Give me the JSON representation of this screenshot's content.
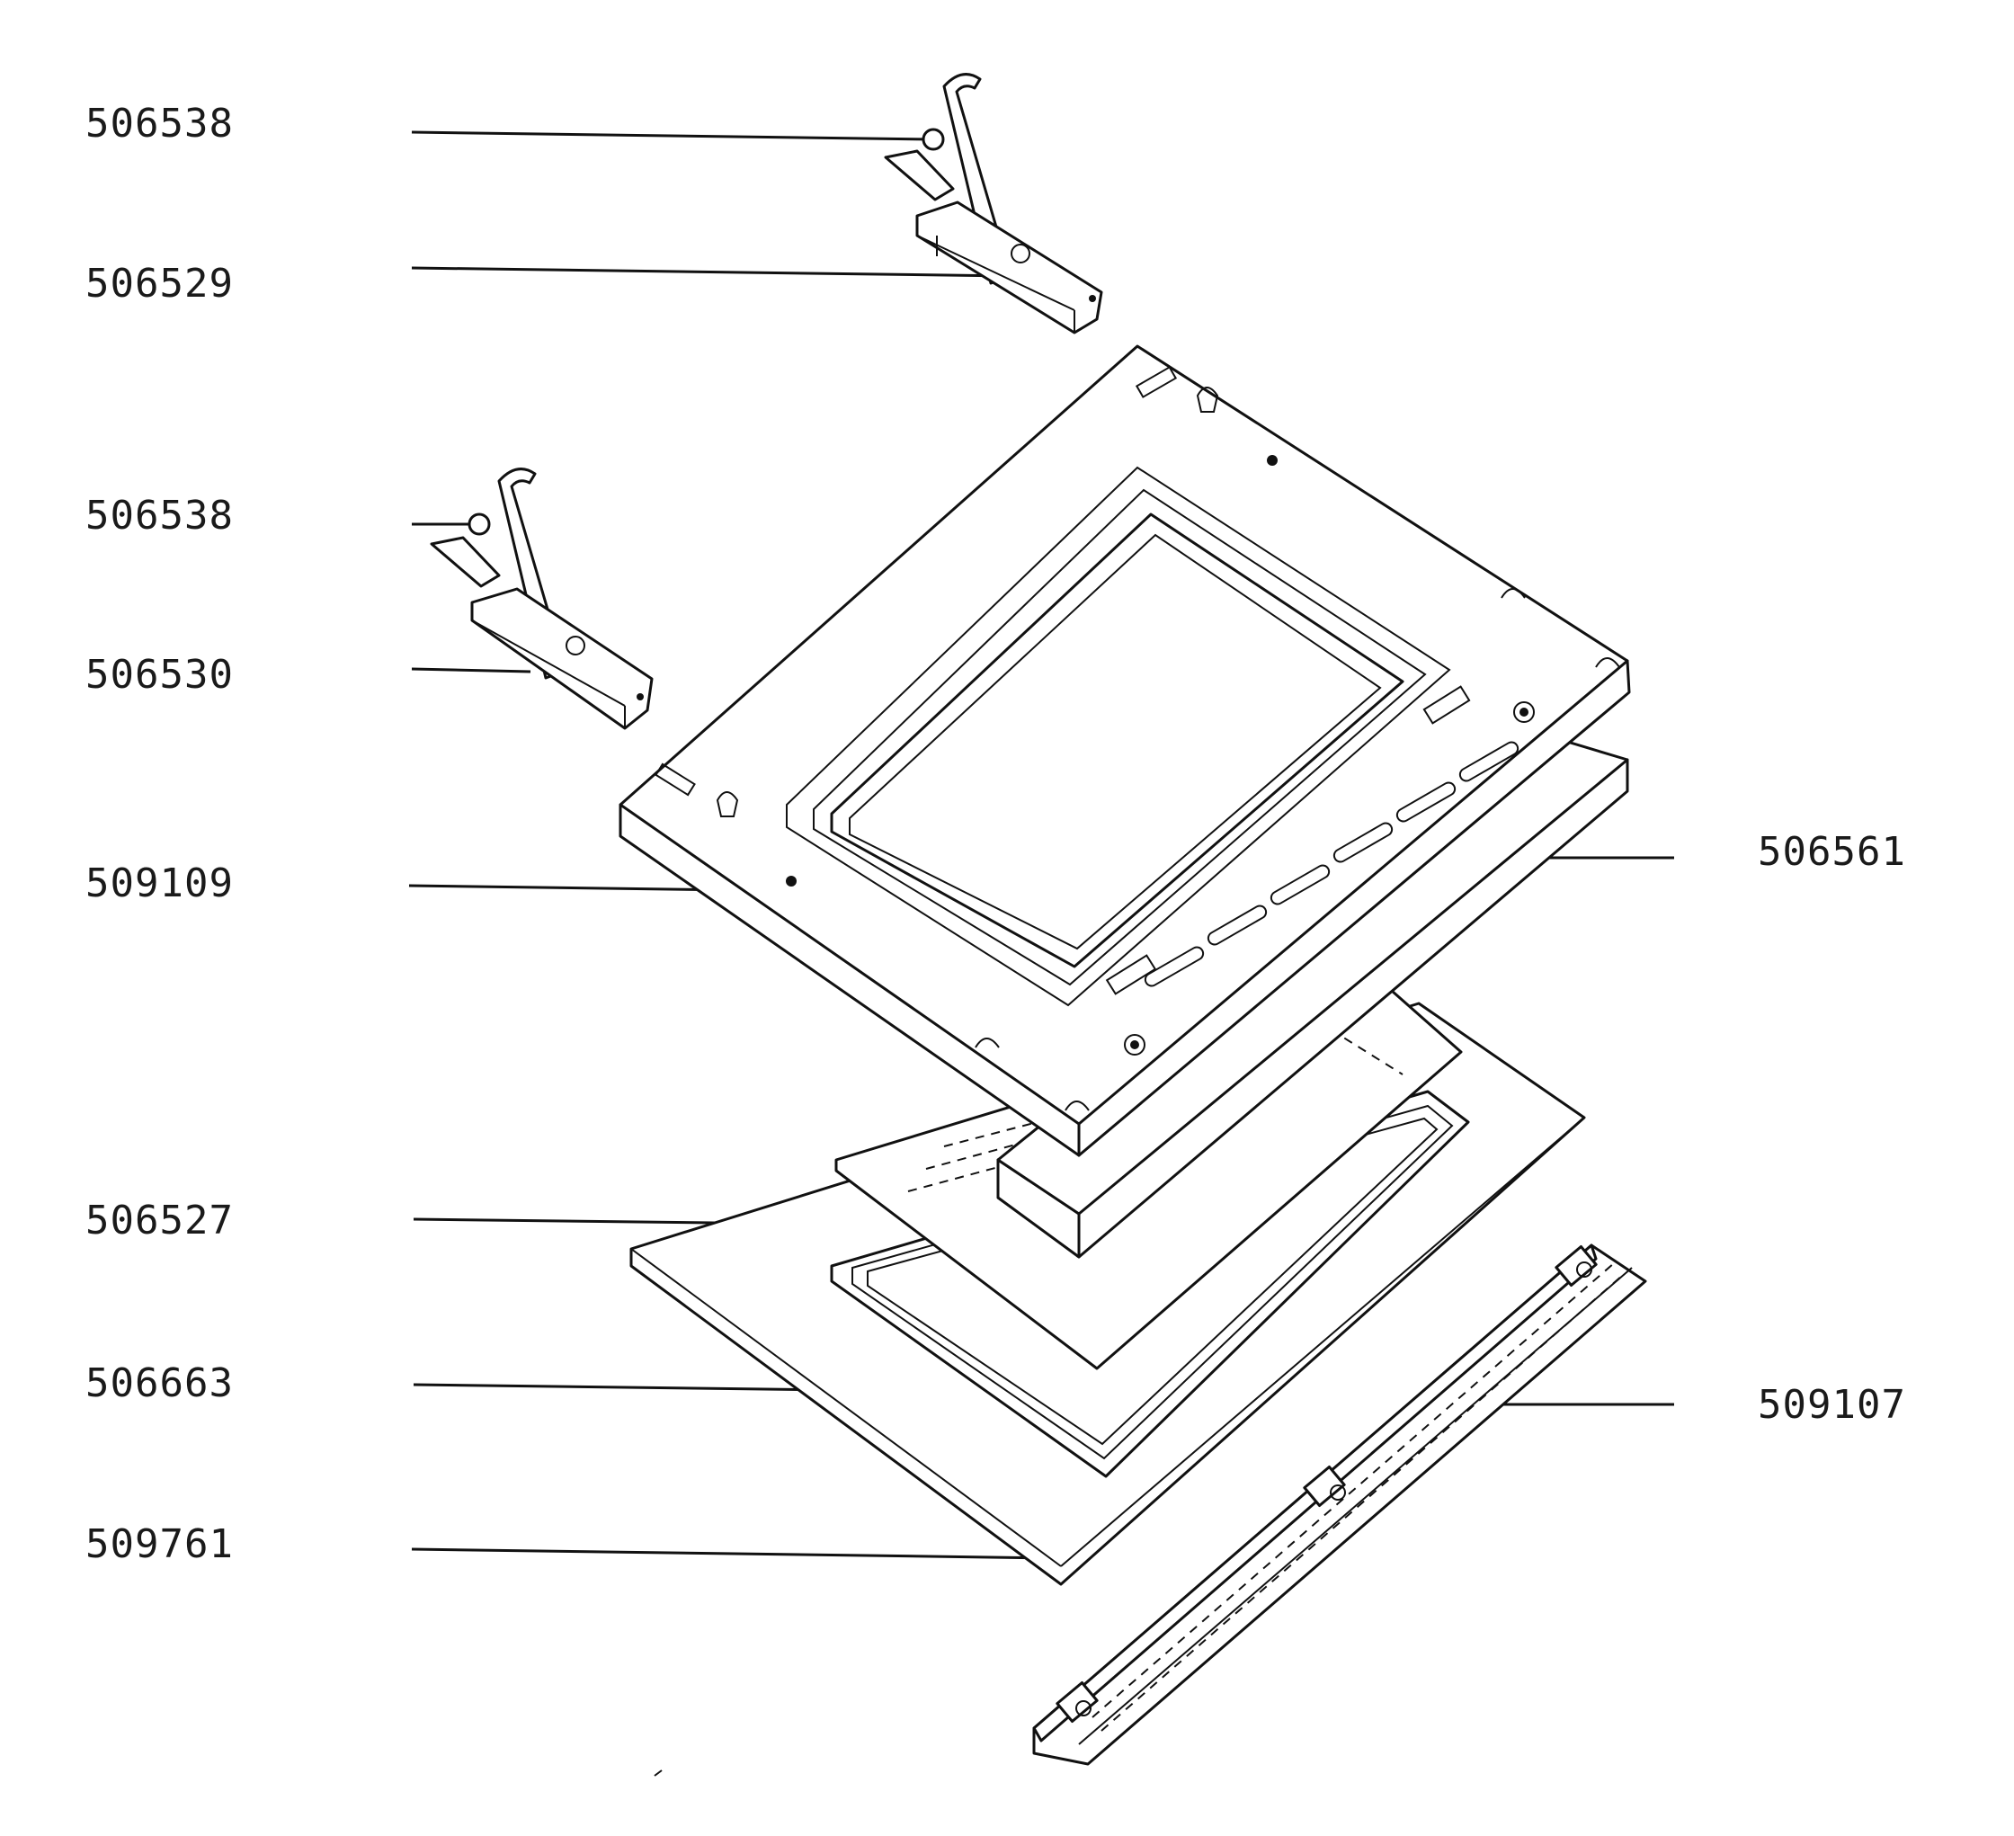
{
  "labels": {
    "hinge_screw_upper": "506538",
    "hinge_right": "506529",
    "hinge_screw_lower": "506538",
    "hinge_left": "506530",
    "inner_door_frame": "509109",
    "insulation_spacer": "506561",
    "inner_glass": "506527",
    "glass_seal": "506663",
    "outer_glass": "509761",
    "handle_strip": "509107"
  },
  "colors": {
    "ink": "#111111",
    "background": "#ffffff"
  }
}
